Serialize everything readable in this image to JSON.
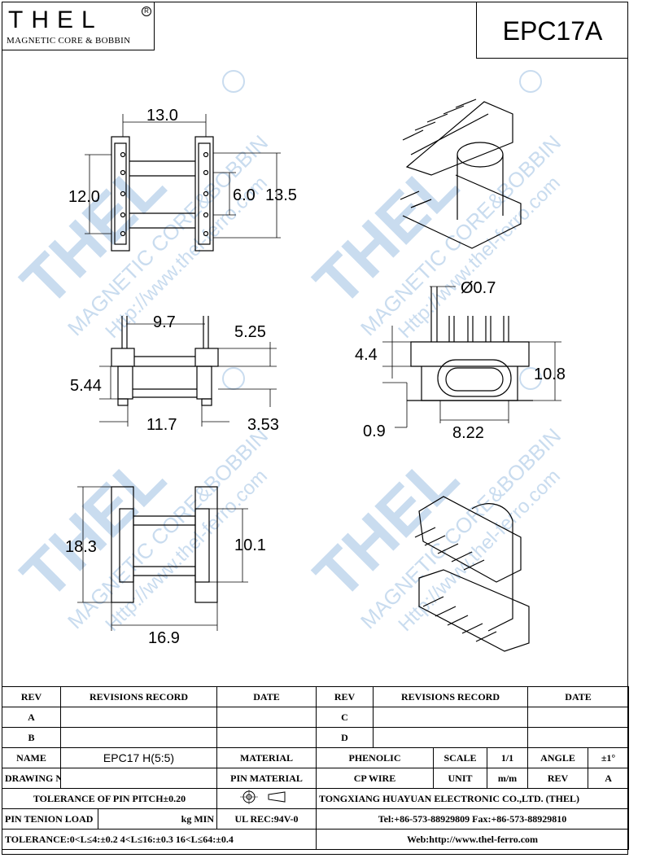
{
  "logo": {
    "brand": "THEL",
    "tagline": "MAGNETIC CORE & BOBBIN",
    "registered": "R"
  },
  "part_number": "EPC17A",
  "watermark": {
    "brand": "THEL",
    "line1": "MAGNETIC CORE&BOBBIN",
    "line2": "Http://www.thel-ferro.com"
  },
  "dimensions": {
    "top_width": "13.0",
    "top_pins_span": "12.0",
    "top_inner": "6.0",
    "top_overall": "13.5",
    "front_inner_width": "9.7",
    "front_flange_height": "5.25",
    "front_left_height": "5.44",
    "front_base_width": "11.7",
    "front_right_offset": "3.53",
    "pin_diameter": "Ø0.7",
    "side_pin_length": "4.4",
    "side_height": "10.8",
    "side_standoff": "0.9",
    "side_window": "8.22",
    "bottom_depth": "18.3",
    "bottom_inner": "10.1",
    "bottom_width": "16.9"
  },
  "title_block": {
    "rev_header": "REV",
    "revisions_header": "REVISIONS RECORD",
    "date_header": "DATE",
    "rev_a": "A",
    "rev_b": "B",
    "rev_c": "C",
    "rev_d": "D",
    "name_label": "NAME",
    "name_value": "EPC17 H(5:5)",
    "material_label": "MATERIAL",
    "material_value": "PHENOLIC",
    "scale_label": "SCALE",
    "scale_value": "1/1",
    "angle_label": "ANGLE",
    "angle_value": "±1°",
    "drawing_no_label": "DRAWING NO",
    "pin_material_label": "PIN MATERIAL",
    "pin_material_value": "CP WIRE",
    "unit_label": "UNIT",
    "unit_value": "m/m",
    "rev_label": "REV",
    "rev_value": "A",
    "pin_pitch_tolerance": "TOLERANCE OF PIN PITCH±0.20",
    "company": "TONGXIANG HUAYUAN ELECTRONIC CO.,LTD.  (THEL)",
    "pin_tension_label": "PIN TENION LOAD",
    "pin_tension_unit": "kg MIN",
    "ul_rec": "UL REC:94V-0",
    "contact": "Tel:+86-573-88929809 Fax:+86-573-88929810",
    "tolerance": "TOLERANCE:0<L≤4:±0.2  4<L≤16:±0.3  16<L≤64:±0.4",
    "web": "Web:http://www.thel-ferro.com"
  }
}
